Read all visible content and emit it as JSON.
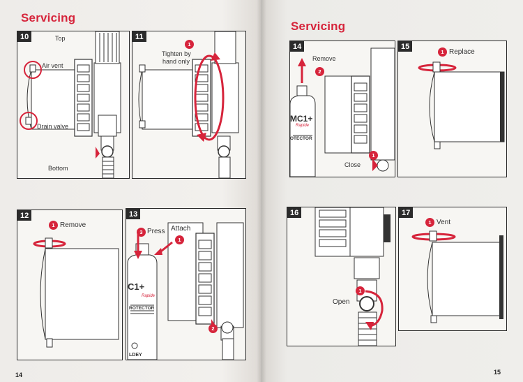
{
  "left_page": {
    "heading": "Servicing",
    "page_number": "14",
    "steps": [
      {
        "number": "10",
        "labels": {
          "top": "Top",
          "air_vent": "Air vent",
          "drain_valve": "Drain valve",
          "bottom": "Bottom"
        }
      },
      {
        "number": "11",
        "badge": "1",
        "label_line1": "Tighten by",
        "label_line2": "hand only"
      },
      {
        "number": "12",
        "badge": "1",
        "label": "Remove"
      },
      {
        "number": "13",
        "badge_press": "3",
        "label_press": "Press",
        "label_attach": "Attach",
        "badge_attach": "1",
        "badge_valve": "2",
        "product_text": "C1+",
        "product_sub": "Rapide",
        "product_line": "ROTECTOR",
        "brand": "LDEY"
      }
    ]
  },
  "right_page": {
    "heading": "Servicing",
    "page_number": "15",
    "steps": [
      {
        "number": "14",
        "label_remove": "Remove",
        "badge_remove": "2",
        "label_close": "Close",
        "badge_close": "1",
        "product_text": "MC1+",
        "product_sub": "Rapide",
        "product_line": "OTECTOR"
      },
      {
        "number": "15",
        "badge": "1",
        "label": "Replace"
      },
      {
        "number": "16",
        "badge": "1",
        "label": "Open"
      },
      {
        "number": "17",
        "badge": "1",
        "label": "Vent"
      }
    ]
  },
  "colors": {
    "accent": "#d6243b",
    "line": "#2a2a2a"
  }
}
